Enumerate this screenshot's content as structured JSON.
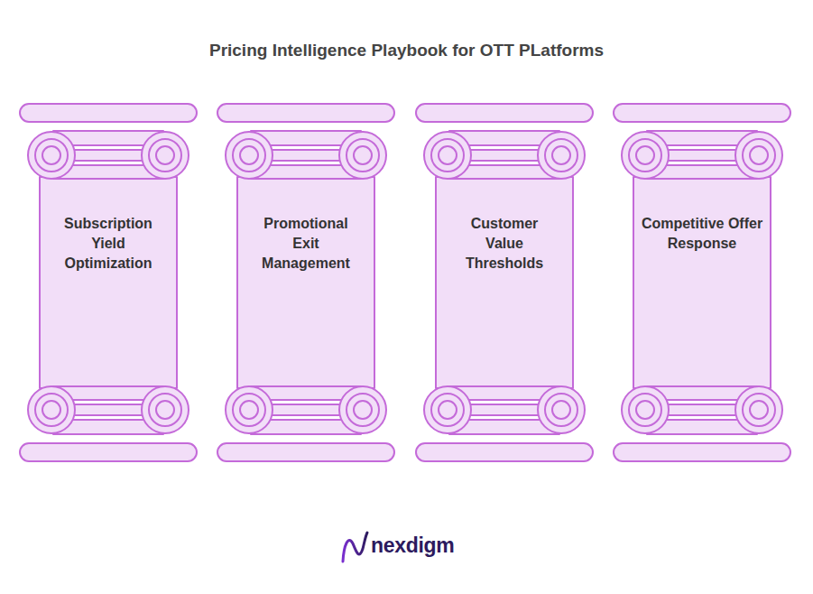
{
  "diagram": {
    "title": "Pricing Intelligence Playbook for OTT PLatforms",
    "nodes": [
      {
        "text": [
          "Subscription Yield Optimization"
        ]
      },
      {
        "text": [
          "Promotional Exit Management"
        ]
      },
      {
        "text": [
          "Customer Value Thresholds"
        ]
      },
      {
        "text": [
          "Competitive Offer Response"
        ]
      }
    ],
    "labels": [
      "nexdigm"
    ]
  }
}
